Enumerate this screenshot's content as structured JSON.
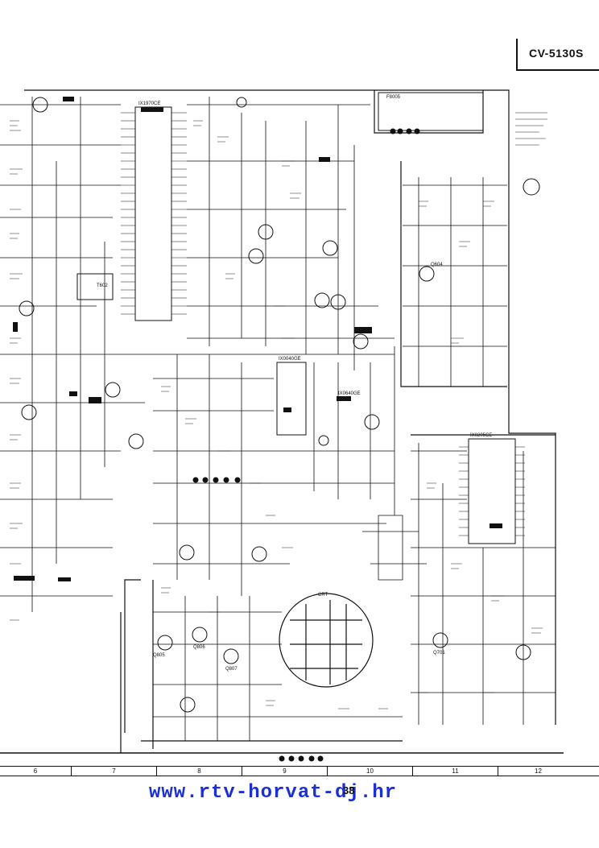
{
  "header": {
    "model": "CV-5130S"
  },
  "grid": {
    "columns": [
      "6",
      "7",
      "8",
      "9",
      "10",
      "11",
      "12"
    ]
  },
  "footer": {
    "page_number": "38",
    "watermark": "www.rtv-horvat-dj.hr"
  },
  "components": {
    "ic_main": "IX1970CE",
    "ic_video": "IX0040GE",
    "ic_vert": "IX0205CE",
    "fuse_1": "F8005",
    "ic_power": "IX0640GE",
    "q_hout": "Q604",
    "q_sw": "Q701",
    "q_rgb_r": "Q805",
    "q_rgb_g": "Q806",
    "q_rgb_b": "Q807",
    "crt_label": "CRT",
    "transformer": "T602"
  },
  "colors": {
    "ink": "#111111",
    "watermark": "#1b2fd6"
  }
}
